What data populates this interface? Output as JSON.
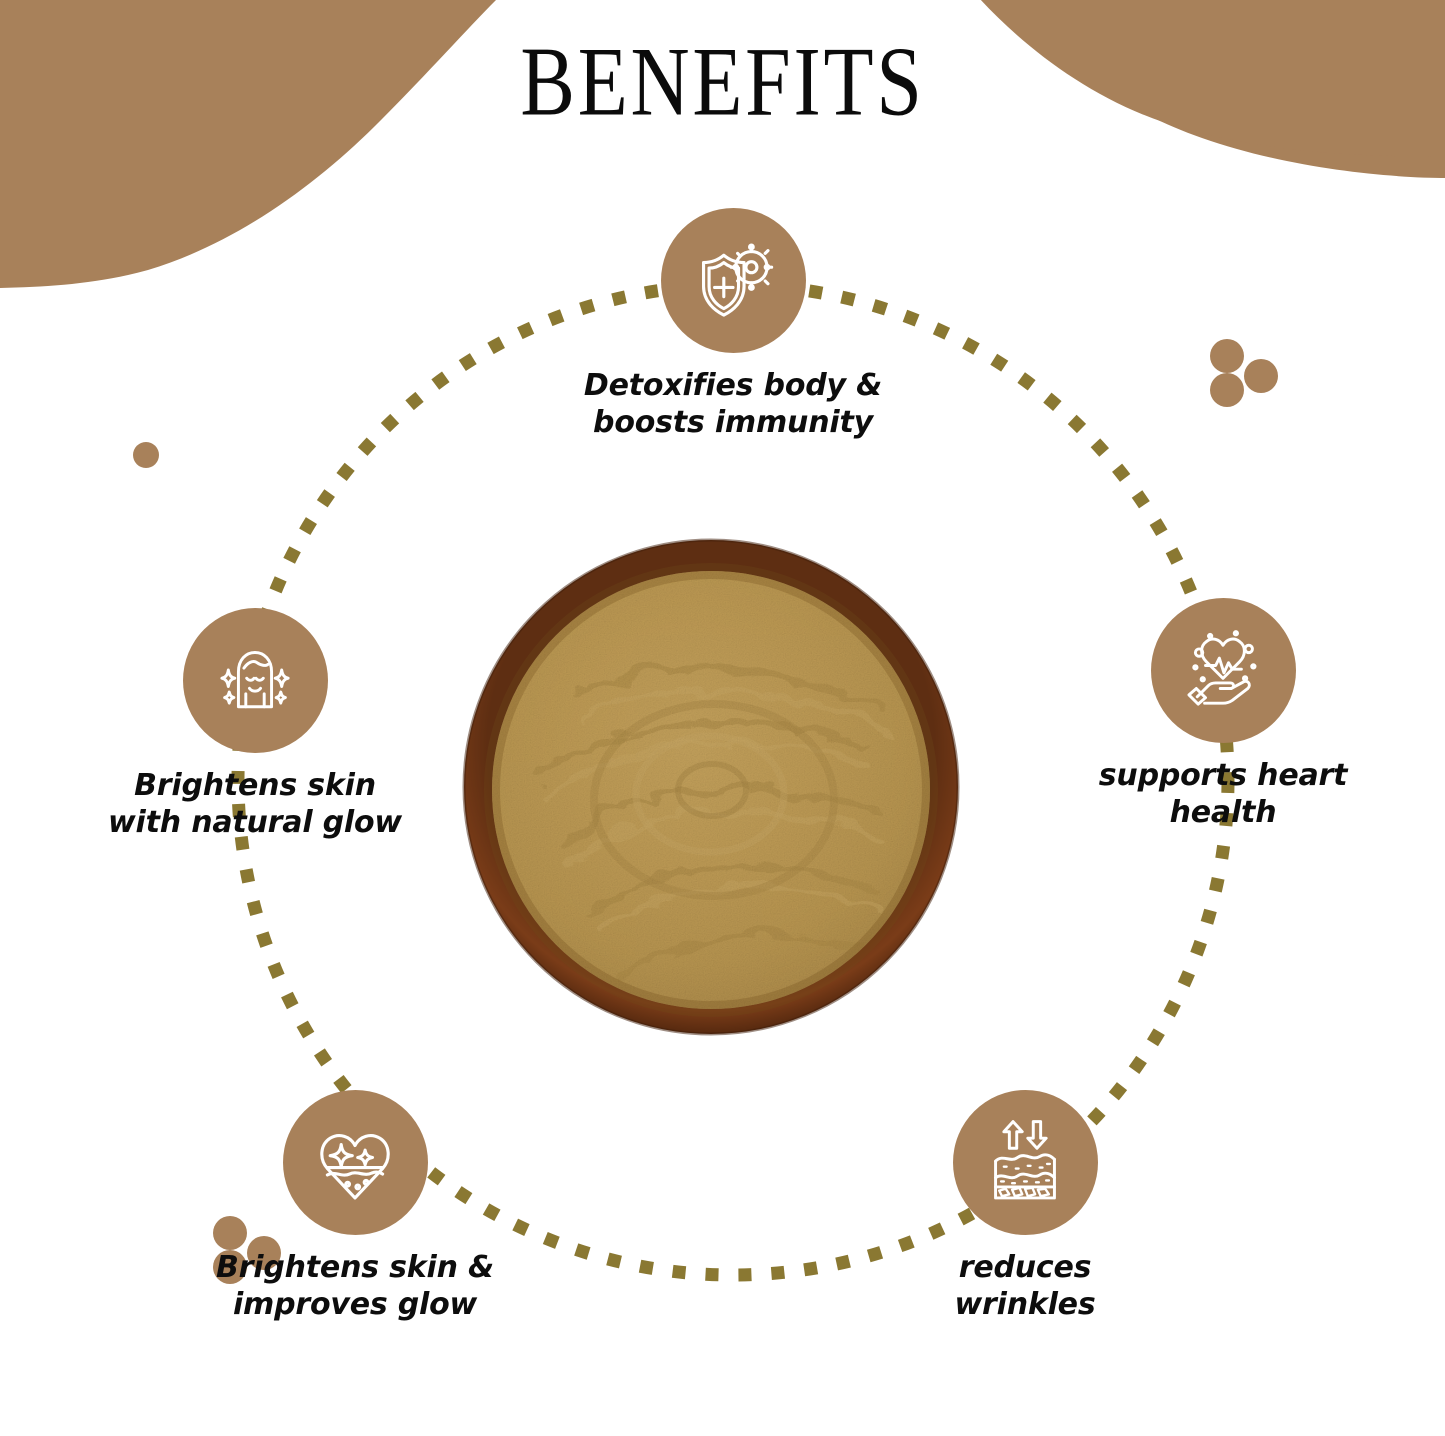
{
  "page": {
    "title": "BENEFITS",
    "background_color": "#ffffff",
    "brand_brown": "#A8815A",
    "dot_olive": "#8A7832",
    "text_color": "#0d0d0d"
  },
  "decor": {
    "blob_top_left": "brown-blob-shape",
    "blob_top_right": "brown-blob-shape",
    "ring": "dotted-circle-connector",
    "dot_cluster_right": "three-dot-cluster",
    "dot_cluster_left": "three-dot-cluster",
    "single_dot": "single-dot"
  },
  "center": {
    "name": "spice-powder-bowl",
    "bowl_rim_color": "#6B3418",
    "powder_color": "#B99553"
  },
  "benefits": [
    {
      "id": "immunity",
      "icon": "shield-virus-icon",
      "label": "Detoxifies body &\nboosts immunity"
    },
    {
      "id": "brightens-skin",
      "icon": "glowing-face-icon",
      "label": "Brightens skin\nwith natural glow"
    },
    {
      "id": "heart-health",
      "icon": "hand-heart-pulse-icon",
      "label": "supports heart\nhealth"
    },
    {
      "id": "improves-glow",
      "icon": "heart-skin-sparkle-icon",
      "label": "Brightens skin &\nimproves glow"
    },
    {
      "id": "reduces-wrinkles",
      "icon": "skin-layers-arrows-icon",
      "label": "reduces\nwrinkles"
    }
  ]
}
